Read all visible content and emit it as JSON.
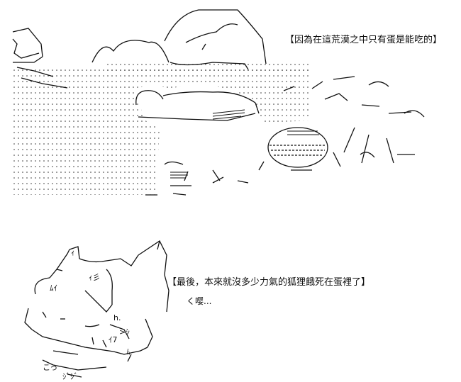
{
  "captions": {
    "top": "【因為在這荒漠之中只有蛋是能吃的】",
    "bottom": "【最後，本來就沒多少力氣的狐狸餓死在蛋裡了】"
  },
  "sound_effect": "く嘤..."
}
